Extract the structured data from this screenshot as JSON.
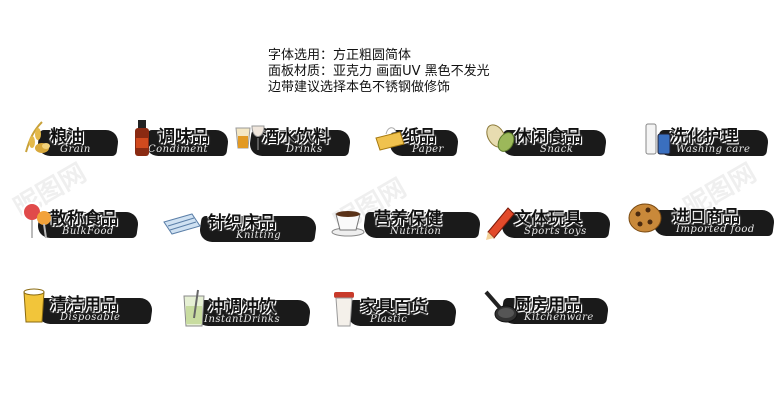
{
  "spec": {
    "line1": "字体选用：方正粗圆简体",
    "line2": "面板材质：亚克力 画面UV 黑色不发光",
    "line3": "边带建议选择本色不锈钢做修饰"
  },
  "signs": [
    {
      "cn": "粮油",
      "en": "Grain",
      "icon": "grain-icon"
    },
    {
      "cn": "调味品",
      "en": "Condiment",
      "icon": "condiment-bottle-icon"
    },
    {
      "cn": "酒水饮料",
      "en": "Drinks",
      "icon": "drinks-icon"
    },
    {
      "cn": "纸品",
      "en": "Paper",
      "icon": "tissue-box-icon"
    },
    {
      "cn": "休闲食品",
      "en": "Snack",
      "icon": "pistachio-icon"
    },
    {
      "cn": "洗化护理",
      "en": "Washing care",
      "icon": "toiletries-icon"
    },
    {
      "cn": "散称食品",
      "en": "BulkFood",
      "icon": "lollipop-icon"
    },
    {
      "cn": "针织床品",
      "en": "Knitting",
      "icon": "towel-icon"
    },
    {
      "cn": "营养保健",
      "en": "Nutrition",
      "icon": "coffee-cup-icon"
    },
    {
      "cn": "文体玩具",
      "en": "Sports toys",
      "icon": "pencil-icon"
    },
    {
      "cn": "进口商品",
      "en": "Imported food",
      "icon": "cookie-icon"
    },
    {
      "cn": "清洁用品",
      "en": "Disposable",
      "icon": "cleaning-cup-icon"
    },
    {
      "cn": "冲调冲饮",
      "en": "InstantDrinks",
      "icon": "instant-drink-icon"
    },
    {
      "cn": "家具百货",
      "en": "Plastic",
      "icon": "plastic-cup-icon"
    },
    {
      "cn": "厨房用品",
      "en": "Kitchenware",
      "icon": "frying-pan-icon"
    }
  ],
  "watermark": "昵图网"
}
